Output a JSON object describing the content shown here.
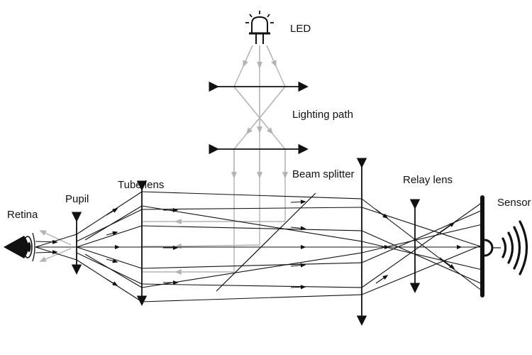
{
  "labels": {
    "led": "LED",
    "lighting_path": "Lighting path",
    "beam_splitter": "Beam splitter",
    "relay_lens": "Relay lens",
    "sensor": "Sensor",
    "tube_lens": "Tube lens",
    "pupil": "Pupil",
    "retina": "Retina"
  },
  "colors": {
    "ray": "#111111",
    "illumination_ray": "#b3b3b3",
    "lens": "#111111"
  },
  "icons": {
    "light_source": "led-icon",
    "eye": "eye-icon",
    "sensor_signal": "signal-waves-icon"
  }
}
